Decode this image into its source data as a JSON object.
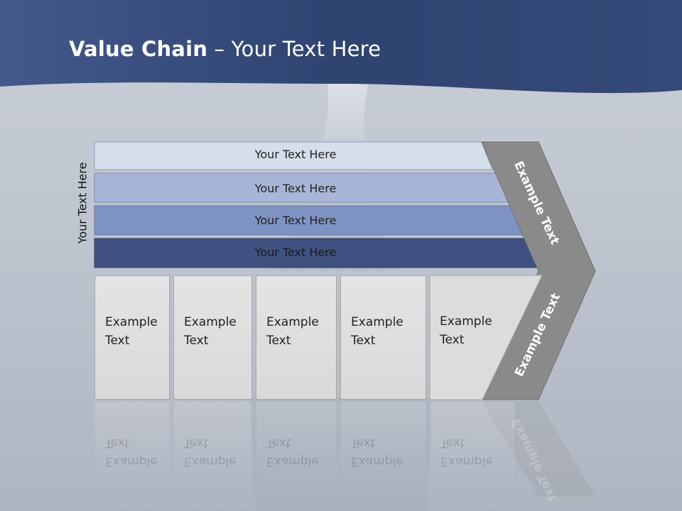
{
  "header": {
    "title_bold": "Value Chain",
    "title_rest": " – Your Text Here"
  },
  "side_label": "Your Text Here",
  "bars": [
    {
      "label": "Your Text Here"
    },
    {
      "label": "Your Text Here"
    },
    {
      "label": "Your Text Here"
    },
    {
      "label": "Your Text Here"
    }
  ],
  "boxes": [
    {
      "label": "Example\nText"
    },
    {
      "label": "Example\nText"
    },
    {
      "label": "Example\nText"
    },
    {
      "label": "Example\nText"
    },
    {
      "label": "Example\nText"
    }
  ],
  "chevron": {
    "upper_label": "Example Text",
    "lower_label": "Example Text"
  },
  "colors": {
    "header_navy": "#2f4371",
    "bar1": "#d6deec",
    "bar2": "#a8b5d6",
    "bar3": "#7f93c2",
    "bar4": "#3e5180",
    "chevron_gray": "#8a8a8a"
  }
}
